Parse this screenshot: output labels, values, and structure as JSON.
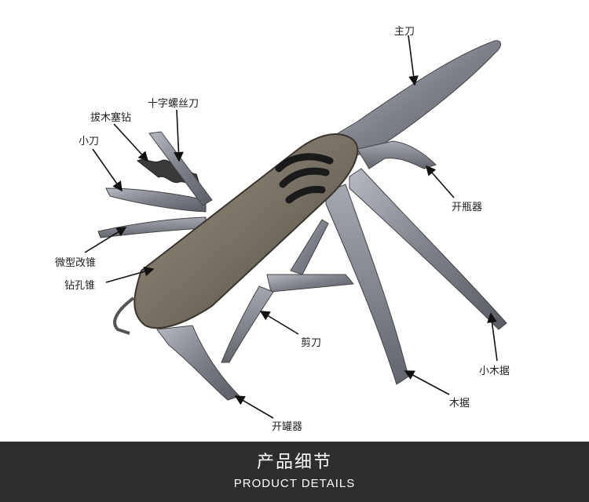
{
  "callouts": {
    "main_blade": "主刀",
    "phillips_screwdriver": "十字螺丝刀",
    "corkscrew": "拔木塞钻",
    "small_blade": "小刀",
    "bottle_opener": "开瓶器",
    "mini_screwdriver": "微型改锥",
    "awl": "钻孔锥",
    "scissors": "剪刀",
    "small_saw": "小木据",
    "wood_saw": "木据",
    "can_opener": "开罐器"
  },
  "footer": {
    "title_cn": "产品细节",
    "title_en": "PRODUCT  DETAILS"
  },
  "colors": {
    "footer_bg": "#2e2e2e",
    "steel": "#8a8d94",
    "handle": "#7b7466"
  }
}
